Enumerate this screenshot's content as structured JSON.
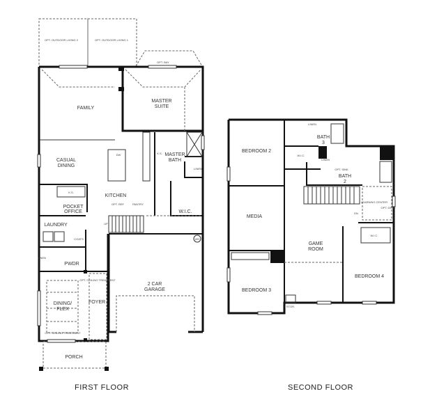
{
  "first_floor": {
    "caption": "FIRST FLOOR",
    "rooms": {
      "outdoor2": "OPT. OUTDOOR LIVING 2",
      "outdoor1": "OPT. OUTDOOR LIVING 1",
      "bay": "OPT. BAY",
      "family": "FAMILY",
      "master_suite_1": "MASTER",
      "master_suite_2": "SUITE",
      "casual_1": "CASUAL",
      "casual_2": "DINING",
      "dw": "DW",
      "ks": "K.S.",
      "master_bath_1": "MASTER",
      "master_bath_2": "BATH",
      "linen": "LINEN",
      "ks_office": "K.S.",
      "kitchen": "KITCHEN",
      "opt_ref": "OPT. REF",
      "pantry": "PANTRY",
      "pocket_1": "POCKET",
      "pocket_2": "OFFICE",
      "wic": "W.I.C.",
      "laundry": "LAUNDRY",
      "up": "UP",
      "wh": "WH",
      "pwdr": "PWDR",
      "linen2": "LINEN",
      "coats": "COATS",
      "dining_1": "DINING/",
      "dining_2": "FLEX",
      "opt_ceiling": "OPT. CEILING TREATMENT",
      "foyer": "FOYER",
      "opt_ceiling_foyer": "OPT. CEILING TREATMENT",
      "garage_1": "2 CAR",
      "garage_2": "GARAGE",
      "porch": "PORCH"
    }
  },
  "second_floor": {
    "caption": "SECOND FLOOR",
    "rooms": {
      "bedroom2": "BEDROOM 2",
      "linen_a": "LINEN",
      "bath3_1": "BATH",
      "bath3_2": "3",
      "wic_a": "W.I.C.",
      "linen_b": "LINEN",
      "opt_sink": "OPT. SINK",
      "bath2_1": "BATH",
      "bath2_2": "2",
      "learning": "LEARNING CENTER",
      "opt_desk": "OPT. DESK",
      "media": "MEDIA",
      "game_1": "GAME",
      "game_2": "ROOM",
      "wic_b": "W.I.C.",
      "bedroom4": "BEDROOM 4",
      "bedroom3": "BEDROOM 3",
      "stor": "STOR.",
      "dn": "DN"
    }
  }
}
